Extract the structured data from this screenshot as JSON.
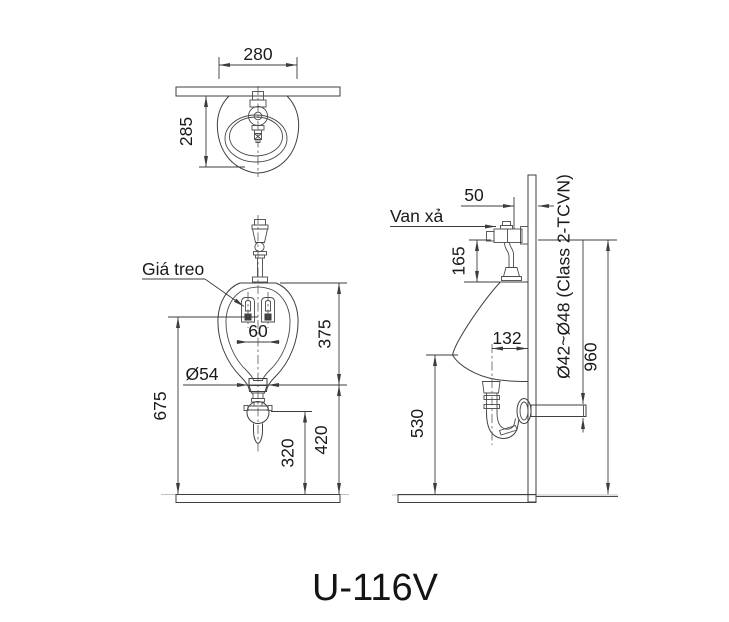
{
  "title": "U-116V",
  "colors": {
    "line": "#3f3f3f",
    "text": "#1a1a1a",
    "background": "#ffffff"
  },
  "top_view": {
    "width_mm": "280",
    "depth_mm": "285"
  },
  "front_view": {
    "hanger_label": "Giá treo",
    "hanger_spacing_mm": "60",
    "upper_body_height_mm": "375",
    "outlet_diameter": "Ø54",
    "hanger_height_mm": "675",
    "trap_center_height_mm": "320",
    "outlet_height_mm": "420"
  },
  "side_view": {
    "flush_valve_label": "Van xả",
    "supply_offset_mm": "50",
    "valve_height_mm": "165",
    "outlet_wall_offset_mm": "132",
    "rim_front_height_mm": "530",
    "supply_height_mm": "960",
    "drain_pipe_spec": "Ø42~Ø48 (Class 2-TCVN)"
  }
}
